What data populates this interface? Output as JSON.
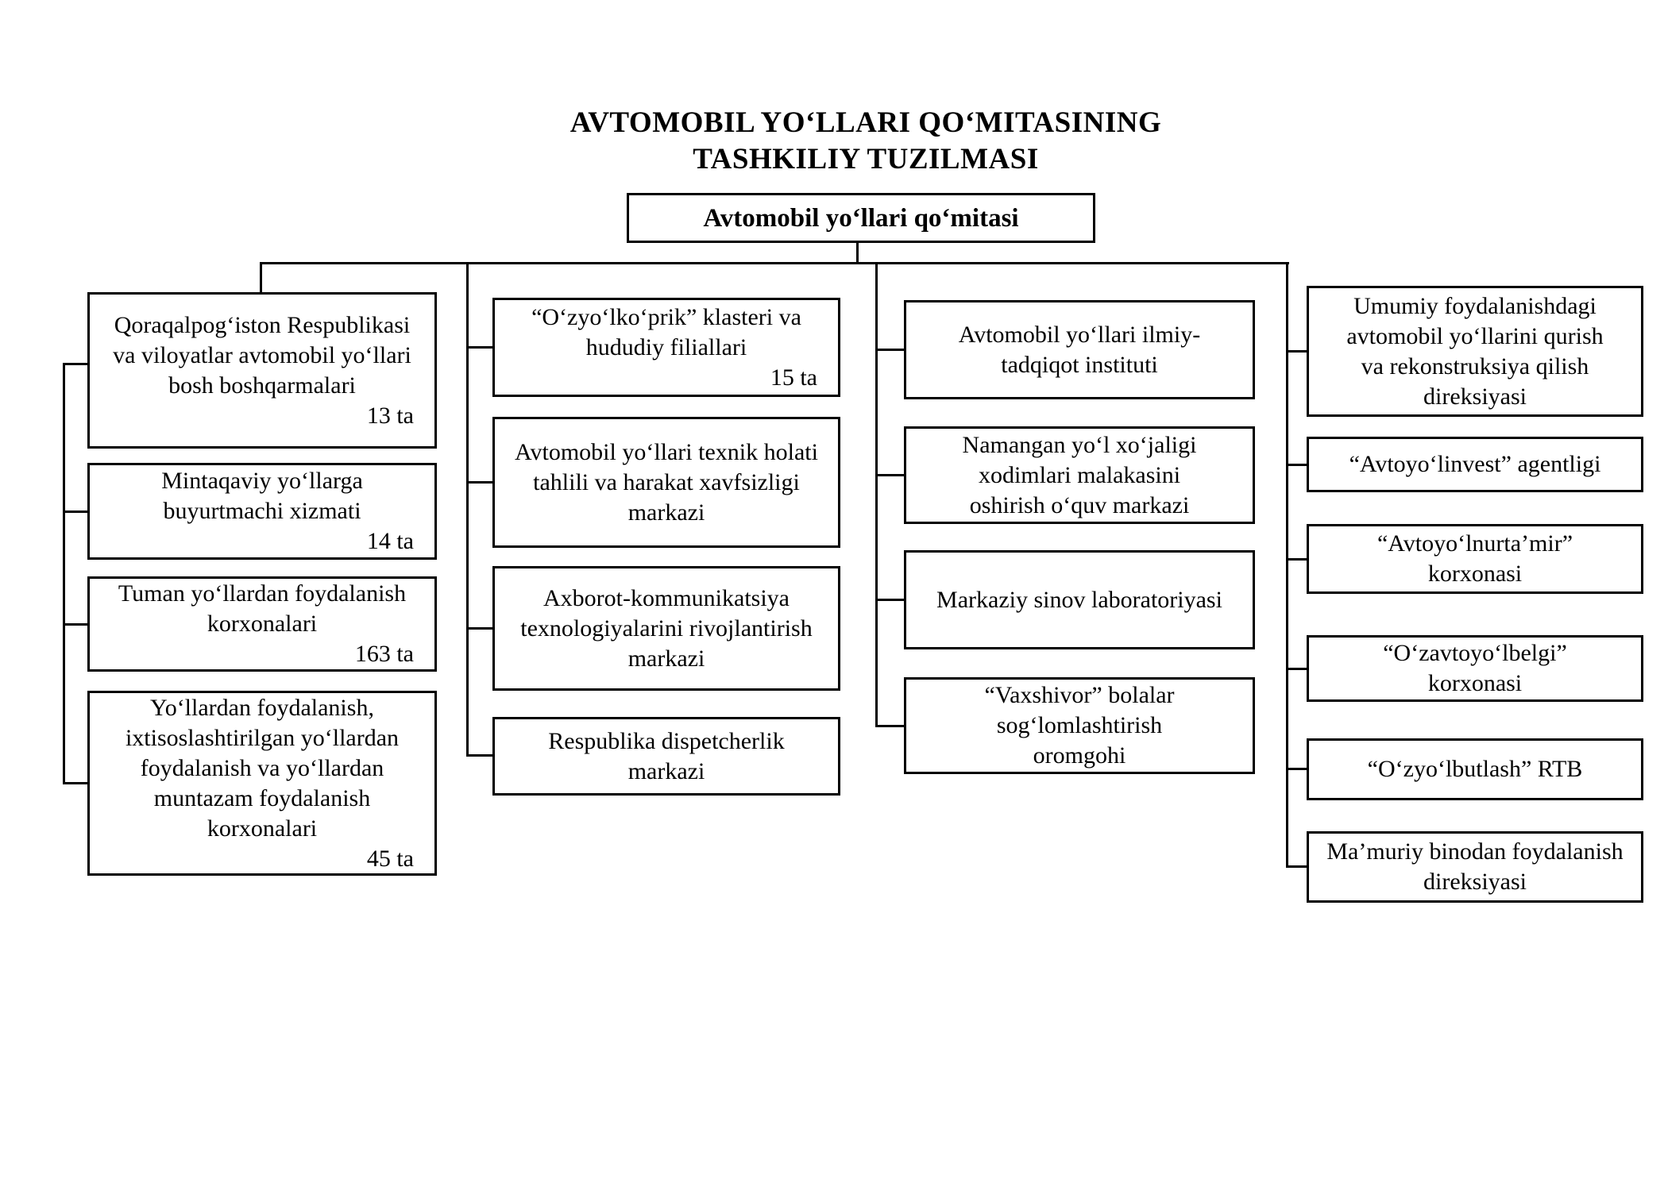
{
  "title": {
    "line1": "AVTOMOBIL YO‘LLARI QO‘MITASINING",
    "line2": "TASHKILIY TUZILMASI"
  },
  "root": {
    "label": "Avtomobil yo‘llari qo‘mitasi"
  },
  "columns": [
    {
      "boxes": [
        {
          "label": "Qoraqalpog‘iston Respublikasi\nva viloyatlar avtomobil yo‘llari\nbosh boshqarmalari",
          "count": "13 ta"
        },
        {
          "label": "Mintaqaviy yo‘llarga\nbuyurtmachi xizmati",
          "count": "14 ta"
        },
        {
          "label": "Tuman yo‘llardan foydalanish\nkorxonalari",
          "count": "163 ta"
        },
        {
          "label": "Yo‘llardan foydalanish,\nixtisoslashtirilgan yo‘llardan\nfoydalanish va yo‘llardan\nmuntazam foydalanish\nkorxonalari",
          "count": "45 ta"
        }
      ]
    },
    {
      "boxes": [
        {
          "label": "“O‘zyo‘lko‘prik” klasteri va\nhududiy filiallari",
          "count": "15 ta"
        },
        {
          "label": "Avtomobil yo‘llari texnik holati\ntahlili va harakat xavfsizligi\nmarkazi"
        },
        {
          "label": "Axborot-kommunikatsiya\ntexnologiyalarini rivojlantirish\nmarkazi"
        },
        {
          "label": "Respublika dispetcherlik\nmarkazi"
        }
      ]
    },
    {
      "boxes": [
        {
          "label": "Avtomobil yo‘llari ilmiy-\ntadqiqot instituti"
        },
        {
          "label": "Namangan yo‘l xo‘jaligi\nxodimlari malakasini\noshirish o‘quv markazi"
        },
        {
          "label": "Markaziy sinov laboratoriyasi"
        },
        {
          "label": "“Vaxshivor” bolalar\nsog‘lomlashtirish\noromgohi"
        }
      ]
    },
    {
      "boxes": [
        {
          "label": "Umumiy foydalanishdagi\navtomobil yo‘llarini qurish\nva rekonstruksiya qilish\ndireksiyasi"
        },
        {
          "label": "“Avtoyo‘linvest” agentligi"
        },
        {
          "label": "“Avtoyo‘lnurta’mir”\nkorxonasi"
        },
        {
          "label": "“O‘zavtoyo‘lbelgi”\nkorxonasi"
        },
        {
          "label": "“O‘zyo‘lbutlash” RTB"
        },
        {
          "label": "Ma’muriy binodan foydalanish\ndireksiyasi"
        }
      ]
    }
  ],
  "colors": {
    "background": "#ffffff",
    "line": "#000000",
    "box_border": "#000000",
    "text": "#000000"
  }
}
